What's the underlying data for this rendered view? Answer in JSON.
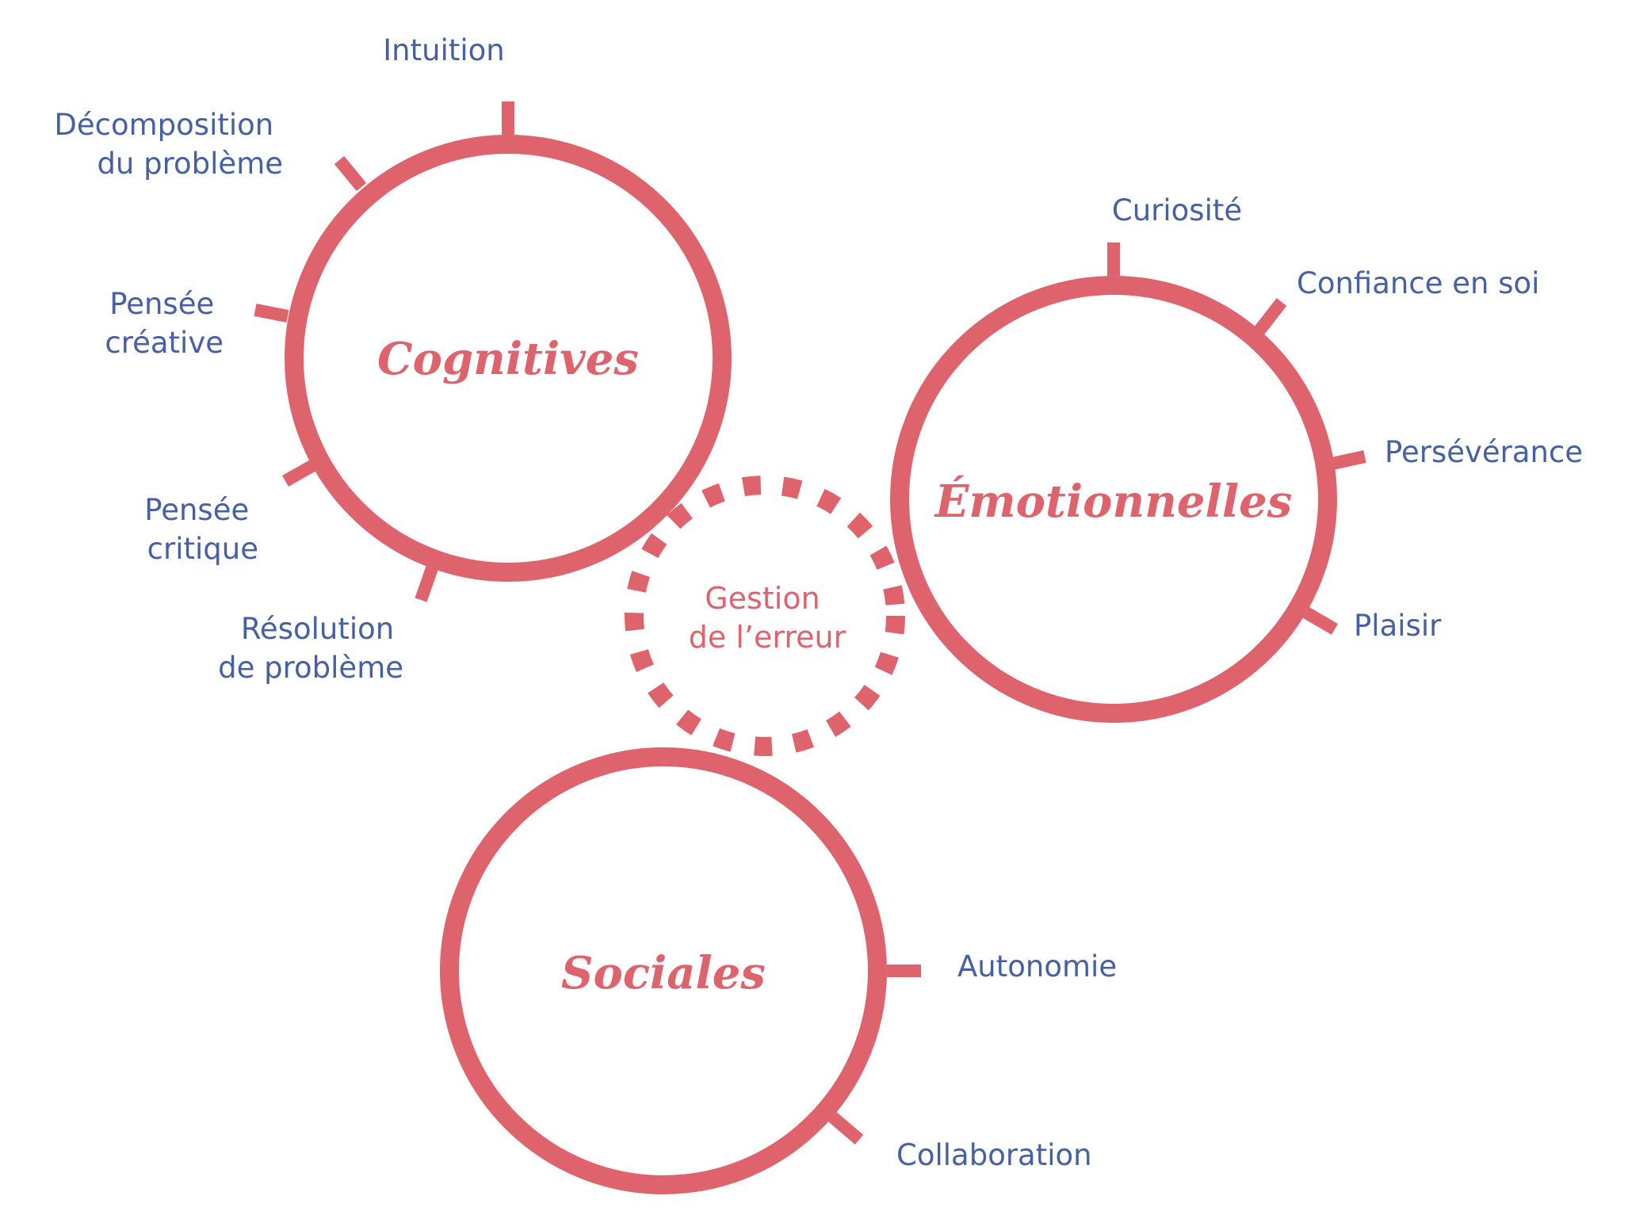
{
  "colors": {
    "circle": "#de636c",
    "label": "#4560a4",
    "background": "#ffffff"
  },
  "groups": [
    {
      "title": "Cognitives",
      "skills": [
        {
          "lines": [
            "Intuition"
          ]
        },
        {
          "lines": [
            "Décomposition",
            "du problème"
          ]
        },
        {
          "lines": [
            "Pensée",
            "créative"
          ]
        },
        {
          "lines": [
            "Pensée",
            "critique"
          ]
        },
        {
          "lines": [
            "Résolution",
            "de problème"
          ]
        }
      ]
    },
    {
      "title": "Émotionnelles",
      "skills": [
        {
          "lines": [
            "Curiosité"
          ]
        },
        {
          "lines": [
            "Confiance en soi"
          ]
        },
        {
          "lines": [
            "Persévérance"
          ]
        },
        {
          "lines": [
            "Plaisir"
          ]
        }
      ]
    },
    {
      "title": "Sociales",
      "skills": [
        {
          "lines": [
            "Autonomie"
          ]
        },
        {
          "lines": [
            "Collaboration"
          ]
        }
      ]
    }
  ],
  "center": {
    "lines": [
      "Gestion",
      "de l’erreur"
    ]
  }
}
